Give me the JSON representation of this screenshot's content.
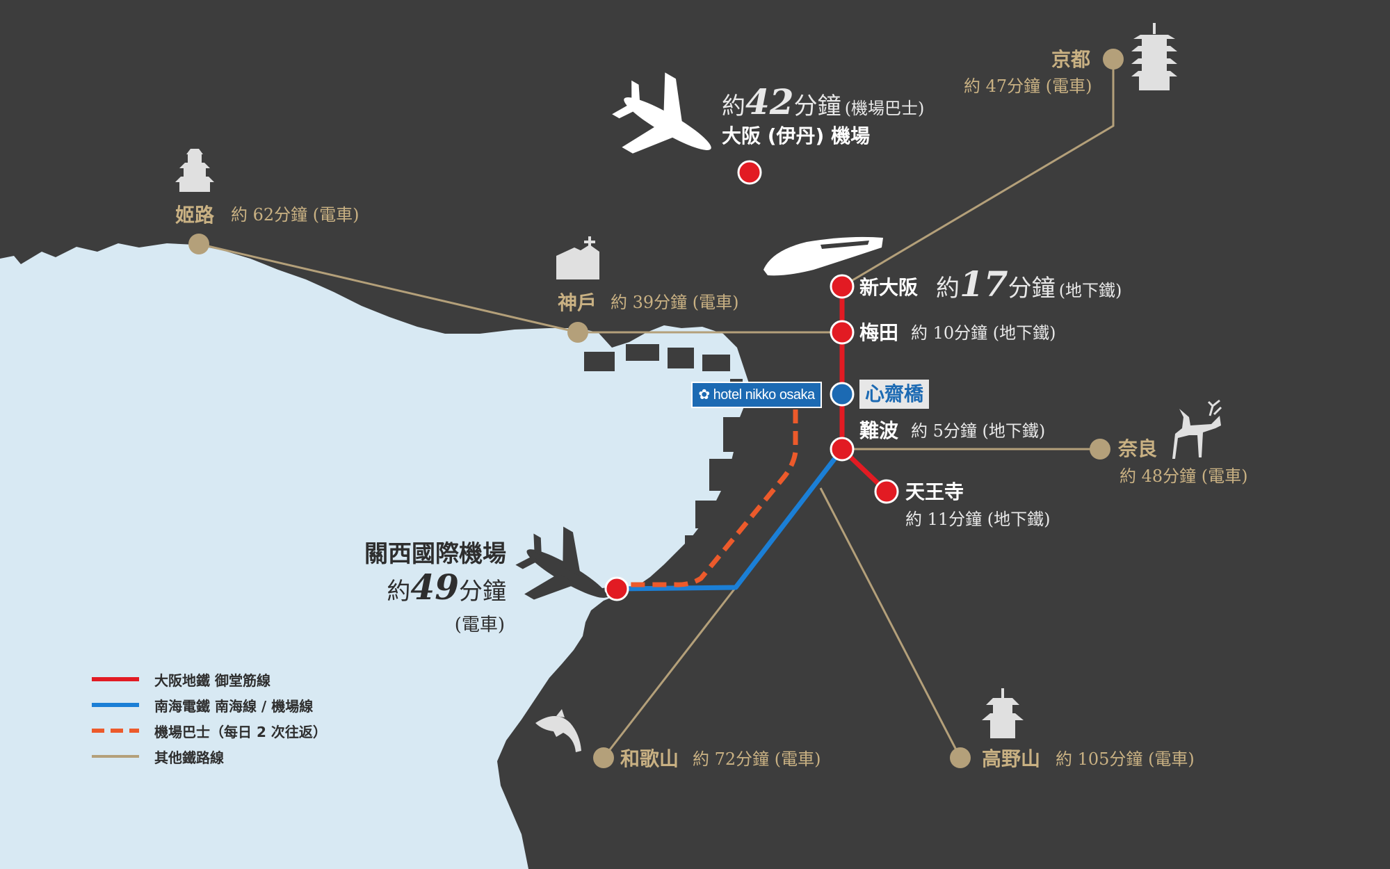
{
  "colors": {
    "background": "#3d3d3d",
    "sea": "#d8e9f3",
    "subway": "#e21b23",
    "nankai": "#1b7fd6",
    "airport_bus": "#ec5a2b",
    "other_rail": "#b4a07a",
    "hotel": "#1c6ab3"
  },
  "hotel": {
    "label": "hotel nikko osaka",
    "icon": "flower-logo-icon"
  },
  "shinsaibashi": {
    "name": "心齋橋"
  },
  "stations": {
    "shin_osaka": {
      "name": "新大阪",
      "prefix": "約",
      "num": "17",
      "unit": "分鐘",
      "mode": "(地下鐵)"
    },
    "umeda": {
      "name": "梅田",
      "time": "約 10分鐘 (地下鐵)"
    },
    "namba": {
      "name": "難波",
      "time": "約 5分鐘 (地下鐵)"
    },
    "tennoji": {
      "name": "天王寺",
      "time": "約 11分鐘 (地下鐵)"
    }
  },
  "destinations": {
    "kyoto": {
      "name": "京都",
      "time": "約 47分鐘 (電車)",
      "icon": "pagoda-icon"
    },
    "himeji": {
      "name": "姬路",
      "time": "約 62分鐘 (電車)",
      "icon": "castle-icon"
    },
    "kobe": {
      "name": "神戶",
      "time": "約 39分鐘 (電車)",
      "icon": "church-icon"
    },
    "nara": {
      "name": "奈良",
      "time": "約 48分鐘 (電車)",
      "icon": "deer-icon"
    },
    "wakayama": {
      "name": "和歌山",
      "time": "約 72分鐘 (電車)",
      "icon": "dolphin-icon"
    },
    "koyasan": {
      "name": "高野山",
      "time": "約 105分鐘 (電車)",
      "icon": "temple-icon"
    }
  },
  "itami": {
    "name": "大阪 (伊丹) 機場",
    "prefix": "約",
    "num": "42",
    "unit": "分鐘",
    "mode": "(機場巴士)",
    "icon": "airplane-icon"
  },
  "kix": {
    "name": "關西國際機場",
    "prefix": "約",
    "num": "49",
    "unit": "分鐘",
    "mode": "(電車)",
    "icon": "airplane-icon"
  },
  "shinkansen_icon": "bullet-train-icon",
  "legend": [
    {
      "label": "大阪地鐵 御堂筋線",
      "style": "solid",
      "color": "#e21b23"
    },
    {
      "label": "南海電鐵 南海線 / 機場線",
      "style": "solid",
      "color": "#1b7fd6"
    },
    {
      "label": "機場巴士（每日 2 次往返）",
      "style": "dashed",
      "color": "#ec5a2b"
    },
    {
      "label": "其他鐵路線",
      "style": "solid",
      "color": "#b4a07a"
    }
  ]
}
